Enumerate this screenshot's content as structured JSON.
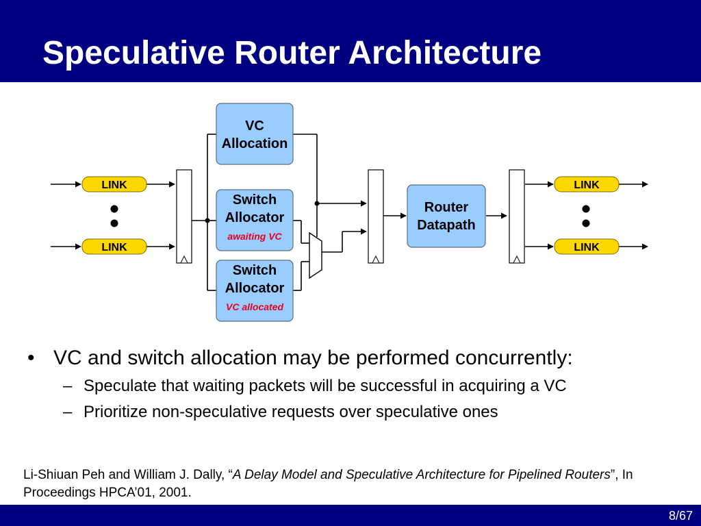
{
  "slide": {
    "title": "Speculative Router Architecture",
    "page": "8/67"
  },
  "diagram": {
    "vc_alloc": {
      "line1": "VC",
      "line2": "Allocation"
    },
    "sa_waiting": {
      "line1": "Switch",
      "line2": "Allocator",
      "note": "awaiting VC"
    },
    "sa_allocated": {
      "line1": "Switch",
      "line2": "Allocator",
      "note": "VC allocated"
    },
    "datapath": {
      "line1": "Router",
      "line2": "Datapath"
    },
    "link_label": "LINK",
    "colors": {
      "box_fill": "#99ccff",
      "link_fill": "#ffd700",
      "note_red": "#e8001c",
      "navy": "#000080"
    }
  },
  "bullets": {
    "main": "VC and switch allocation may be performed concurrently:",
    "sub1": "Speculate that waiting packets will be successful in acquiring a VC",
    "sub2": "Prioritize non-speculative requests over speculative ones"
  },
  "citation": {
    "authors": "Li-Shiuan Peh and William J. Dally, “",
    "paper_title": "A Delay Model and Speculative Architecture for Pipelined Routers",
    "venue": "”, In Proceedings HPCA’01, 2001."
  }
}
